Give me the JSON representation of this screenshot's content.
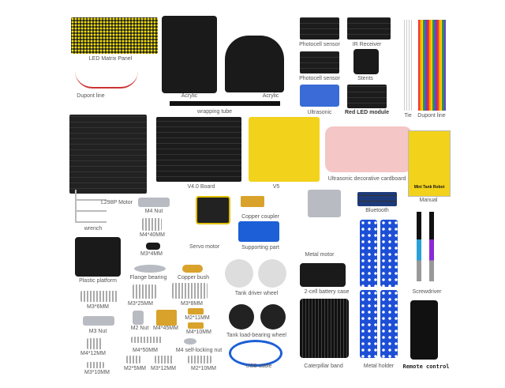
{
  "labels": {
    "led_matrix": "LED Matrix Panel",
    "dupont_line_1": "Dupont line",
    "acrylic_1": "Acrylic",
    "acrylic_2": "Acrylic",
    "wrapping_tube": "wrapping tube",
    "photocell_1": "Photocell sensor",
    "ir_receiver": "IR Receiver",
    "photocell_2": "Photocell sensor",
    "stents": "Stents",
    "ultrasonic": "Ultrasonic",
    "red_led": "Red LED module",
    "tie": "Tie",
    "dupont_line_2": "Dupont line",
    "l298p": "L298P Motor",
    "v4_board": "V4.0 Board",
    "v5": "V5",
    "cardboard": "Ultrasonic decorative cardboard",
    "manual": "Manual",
    "wrench": "wrench",
    "m4_nut": "M4 Nut",
    "m4_40": "M4*40MM",
    "m3_4": "M3*4MM",
    "servo": "Servo motor",
    "copper_coupler": "Copper coupler",
    "supporting_part": "Supporting part",
    "metal_motor": "Metal motor",
    "bluetooth": "Bluetooth",
    "plastic_platform": "Plastic platform",
    "flange_bearing": "Flange bearing",
    "copper_bush": "Copper bush",
    "tank_driver_wheel": "Tank driver wheel",
    "battery_case": "2-cell battery case",
    "screwdriver": "Screwdriver",
    "m3_6": "M3*6MM",
    "m3_25": "M3*25MM",
    "m3_8": "M3*8MM",
    "m2_nut": "M2 Nut",
    "m4_45": "M4*45MM",
    "m2_11": "M2*11MM",
    "m4_10": "M4*10MM",
    "m3_nut": "M3 Nut",
    "load_wheel": "Tank load-bearing wheel",
    "m4_50": "M4*50MM",
    "m4_self_lock": "M4 self-locking nut",
    "m4_12": "M4*12MM",
    "usb_cable": "USB cable",
    "caterpillar": "Caterpillar band",
    "metal_holder": "Metal holder",
    "remote": "Remote control",
    "m2_5": "M2*5MM",
    "m3_12": "M3*12MM",
    "m2_10": "M2*10MM",
    "m3_10": "M3*10MM"
  },
  "manual_cover": "Mini Tank Robot",
  "colors": {
    "pcb_yellow": "#f2d21b",
    "holder_blue": "#1d4fd6",
    "pcb_black": "#1c1c1c"
  }
}
